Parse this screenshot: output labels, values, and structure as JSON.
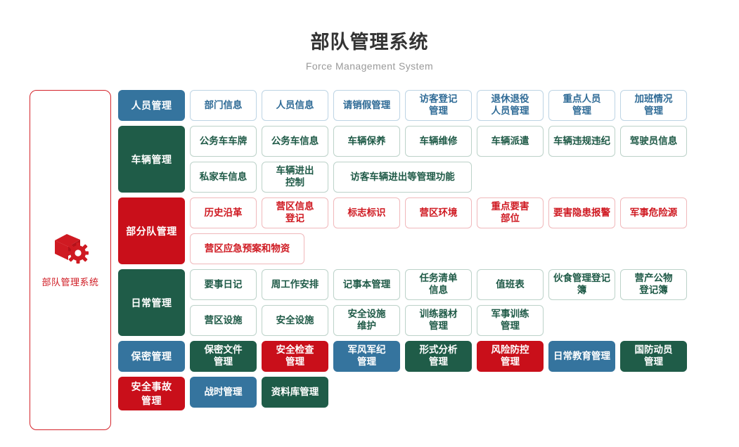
{
  "header": {
    "title": "部队管理系统",
    "subtitle": "Force Management System"
  },
  "brand": {
    "icon": "box-gear-icon",
    "label": "部队管理系统",
    "accent_color": "#cf1a22"
  },
  "colors": {
    "blue": "#35749e",
    "green": "#1f5c48",
    "red": "#c90f1a",
    "outline_blue_border": "#bdd4e4",
    "outline_green_border": "#bcd2c9",
    "outline_red_border": "#f0b8bb",
    "title_text": "#333333",
    "subtitle_text": "#9a9a9a"
  },
  "sections": [
    {
      "label": "人员管理",
      "theme": "blue",
      "rows": [
        [
          {
            "text": "部门信息",
            "style": "outline-blue",
            "span": 1
          },
          {
            "text": "人员信息",
            "style": "outline-blue",
            "span": 1
          },
          {
            "text": "请销假管理",
            "style": "outline-blue",
            "span": 1
          },
          {
            "text": "访客登记\n管理",
            "style": "outline-blue",
            "span": 1
          },
          {
            "text": "退休退役\n人员管理",
            "style": "outline-blue",
            "span": 1
          },
          {
            "text": "重点人员\n管理",
            "style": "outline-blue",
            "span": 1
          },
          {
            "text": "加班情况\n管理",
            "style": "outline-blue",
            "span": 1
          }
        ]
      ]
    },
    {
      "label": "车辆管理",
      "theme": "green",
      "rows": [
        [
          {
            "text": "公务车车牌",
            "style": "outline-green",
            "span": 1
          },
          {
            "text": "公务车信息",
            "style": "outline-green",
            "span": 1
          },
          {
            "text": "车辆保养",
            "style": "outline-green",
            "span": 1
          },
          {
            "text": "车辆维修",
            "style": "outline-green",
            "span": 1
          },
          {
            "text": "车辆派遣",
            "style": "outline-green",
            "span": 1
          },
          {
            "text": "车辆违规违纪",
            "style": "outline-green",
            "span": 1
          },
          {
            "text": "驾驶员信息",
            "style": "outline-green",
            "span": 1
          }
        ],
        [
          {
            "text": "私家车信息",
            "style": "outline-green",
            "span": 1
          },
          {
            "text": "车辆进出\n控制",
            "style": "outline-green",
            "span": 1
          },
          {
            "text": "访客车辆进出等管理功能",
            "style": "outline-green",
            "span": 2
          }
        ]
      ]
    },
    {
      "label": "部分队管理",
      "theme": "red",
      "rows": [
        [
          {
            "text": "历史沿革",
            "style": "outline-red",
            "span": 1
          },
          {
            "text": "营区信息\n登记",
            "style": "outline-red",
            "span": 1
          },
          {
            "text": "标志标识",
            "style": "outline-red",
            "span": 1
          },
          {
            "text": "营区环境",
            "style": "outline-red",
            "span": 1
          },
          {
            "text": "重点要害\n部位",
            "style": "outline-red",
            "span": 1
          },
          {
            "text": "要害隐患报警",
            "style": "outline-red",
            "span": 1
          },
          {
            "text": "军事危险源",
            "style": "outline-red",
            "span": 1
          }
        ],
        [
          {
            "text": "营区应急预案和物资",
            "style": "outline-red",
            "span": 1.7
          }
        ]
      ]
    },
    {
      "label": "日常管理",
      "theme": "green",
      "rows": [
        [
          {
            "text": "要事日记",
            "style": "outline-green",
            "span": 1
          },
          {
            "text": "周工作安排",
            "style": "outline-green",
            "span": 1
          },
          {
            "text": "记事本管理",
            "style": "outline-green",
            "span": 1
          },
          {
            "text": "任务清单\n信息",
            "style": "outline-green",
            "span": 1
          },
          {
            "text": "值班表",
            "style": "outline-green",
            "span": 1
          },
          {
            "text": "伙食管理登记簿",
            "style": "outline-green",
            "span": 1
          },
          {
            "text": "营产公物\n登记簿",
            "style": "outline-green",
            "span": 1
          }
        ],
        [
          {
            "text": "营区设施",
            "style": "outline-green",
            "span": 1
          },
          {
            "text": "安全设施",
            "style": "outline-green",
            "span": 1
          },
          {
            "text": "安全设施\n维护",
            "style": "outline-green",
            "span": 1
          },
          {
            "text": "训练器材\n管理",
            "style": "outline-green",
            "span": 1
          },
          {
            "text": "军事训练\n管理",
            "style": "outline-green",
            "span": 1
          }
        ]
      ]
    },
    {
      "label": "保密管理",
      "theme": "blue",
      "rows": [
        [
          {
            "text": "保密文件\n管理",
            "style": "solid-green",
            "span": 1
          },
          {
            "text": "安全检查\n管理",
            "style": "solid-red",
            "span": 1
          },
          {
            "text": "军风军纪\n管理",
            "style": "solid-blue",
            "span": 1
          },
          {
            "text": "形式分析\n管理",
            "style": "solid-green",
            "span": 1
          },
          {
            "text": "风险防控\n管理",
            "style": "solid-red",
            "span": 1
          },
          {
            "text": "日常教育管理",
            "style": "solid-blue",
            "span": 1
          },
          {
            "text": "国防动员\n管理",
            "style": "solid-green",
            "span": 1
          }
        ]
      ]
    },
    {
      "label": "安全事故\n管理",
      "theme": "red",
      "rows": [
        [
          {
            "text": "战时管理",
            "style": "solid-blue",
            "span": 1
          },
          {
            "text": "资料库管理",
            "style": "solid-green",
            "span": 1
          }
        ]
      ]
    }
  ]
}
